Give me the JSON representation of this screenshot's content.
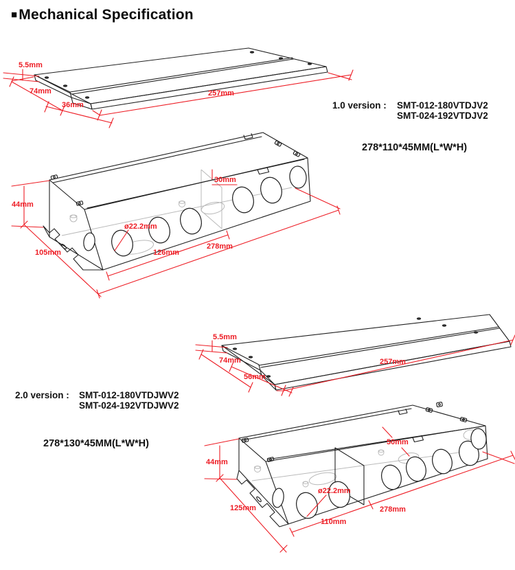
{
  "colors": {
    "accent_red": "#ed1c24",
    "line_black": "#1f1f1f",
    "line_gray": "#b9b9b9",
    "background": "#ffffff"
  },
  "title": {
    "bullet": "■",
    "text": "Mechanical Specification"
  },
  "sections": {
    "v1": {
      "version_label": "1.0 version :",
      "models": [
        "SMT-012-180VTDJV2",
        "SMT-024-192VTDJV2"
      ],
      "dimensions_text": "278*110*45MM(L*W*H)",
      "lid_dims": {
        "thickness": "5.5mm",
        "width": "74mm",
        "flange": "36mm",
        "length": "257mm"
      },
      "box_dims": {
        "height": "44mm",
        "depth": "105mm",
        "compartment": "126mm",
        "length": "278mm",
        "spacing": "30mm",
        "hole_diameter": "ø22.2mm"
      }
    },
    "v2": {
      "version_label": "2.0 version :",
      "models": [
        "SMT-012-180VTDJWV2",
        "SMT-024-192VTDJWV2"
      ],
      "dimensions_text": "278*130*45MM(L*W*H)",
      "lid_dims": {
        "thickness": "5.5mm",
        "width": "74mm",
        "flange": "56mm",
        "length": "257mm"
      },
      "box_dims": {
        "height": "44mm",
        "depth": "125mm",
        "compartment": "110mm",
        "length": "278mm",
        "spacing": "50mm",
        "hole_diameter": "ø22.2mm"
      }
    }
  }
}
